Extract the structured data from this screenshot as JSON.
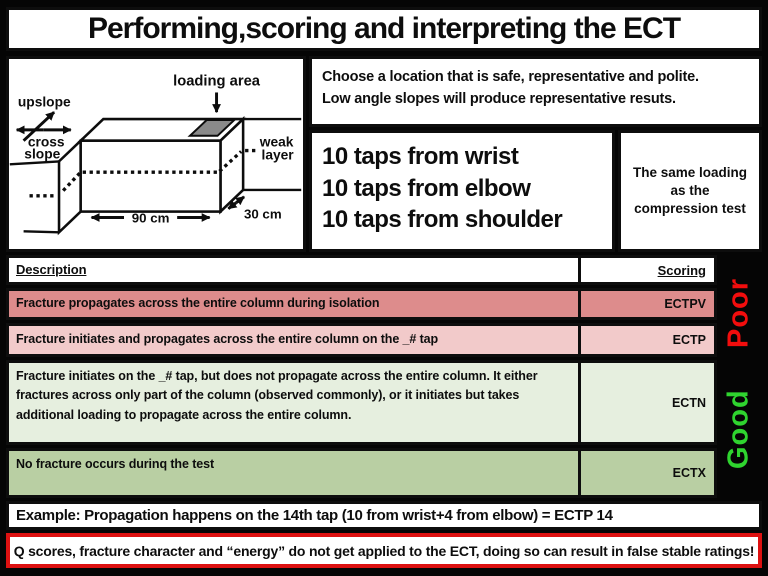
{
  "title": "Performing,scoring and interpreting the ECT",
  "diagram": {
    "labels": {
      "loading_area": "loading area",
      "upslope": "upslope",
      "cross": "cross",
      "slope": "slope",
      "weak": "weak",
      "layer": "layer",
      "length": "90 cm",
      "depth": "30 cm"
    }
  },
  "intro": {
    "line1": "Choose a location that is safe, representative and polite.",
    "line2": "Low angle slopes will produce representative resuts."
  },
  "loading": {
    "steps": [
      "10 taps from wrist",
      "10 taps from elbow",
      "10 taps from shoulder"
    ],
    "note": "The same loading as the compression test"
  },
  "table": {
    "header": {
      "description": "Description",
      "scoring": "Scoring"
    },
    "rows": [
      {
        "description": "Fracture propagates across the entire column during isolation",
        "scoring": "ECTPV",
        "bg": "#dd8c8c"
      },
      {
        "description": "Fracture initiates and propagates across the entire column on the _# tap",
        "scoring": "ECTP",
        "bg": "#f2caca"
      },
      {
        "description": "Fracture initiates on the _# tap, but does not propagate across the entire column. It either fractures across only part of the column (observed commonly), or it initiates but takes additional loading to propagate across the entire column.",
        "scoring": "ECTN",
        "bg": "#e6efdf"
      },
      {
        "description": "No fracture occurs durinq the test",
        "scoring": "ECTX",
        "bg": "#b9cfa3"
      }
    ]
  },
  "quality": {
    "poor": {
      "label": "Poor",
      "color": "#f20d0d"
    },
    "good": {
      "label": "Good",
      "color": "#2fd42f"
    }
  },
  "example": "Example: Propagation happens on the 14th tap (10 from wrist+4 from elbow) = ECTP 14",
  "warning": {
    "text": "Q scores, fracture character and “energy” do not get applied to the ECT, doing so can result in false stable ratings!",
    "border_color": "#dd1111"
  }
}
